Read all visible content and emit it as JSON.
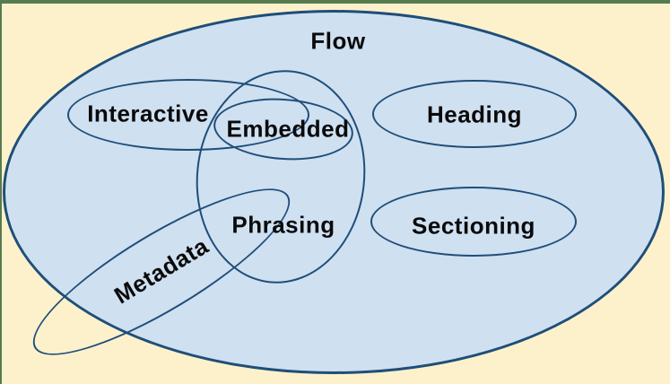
{
  "diagram": {
    "description": "Venn diagram of HTML content categories",
    "sets": {
      "flow": "Flow",
      "interactive": "Interactive",
      "embedded": "Embedded",
      "heading": "Heading",
      "phrasing": "Phrasing",
      "sectioning": "Sectioning",
      "metadata": "Metadata"
    },
    "colors": {
      "background": "#FDF1CC",
      "flow_fill": "#CFE0F1",
      "ellipse_stroke": "#1F4E79",
      "frame_border": "#567B4E",
      "label_text": "#0A0A0A"
    }
  }
}
